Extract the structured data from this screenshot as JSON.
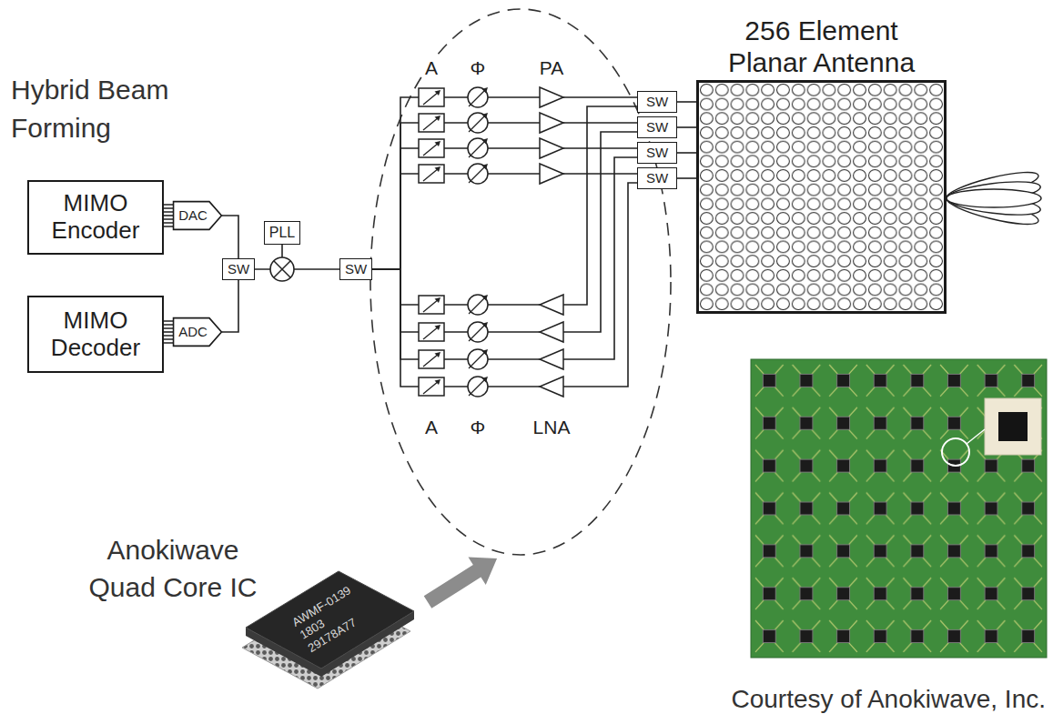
{
  "diagram": {
    "title": "Hybrid Beam Forming",
    "caption": "Courtesy of Anokiwave, Inc.",
    "nodes": [
      {
        "text": [
          "MIMO Encoder"
        ]
      },
      {
        "text": [
          "DAC"
        ]
      },
      {
        "text": [
          "MIMO Decoder"
        ]
      },
      {
        "text": [
          "ADC"
        ]
      },
      {
        "text": [
          "SW"
        ]
      },
      {
        "text": [
          "PLL"
        ]
      },
      {
        "text": [
          "SW"
        ]
      },
      {
        "text": [
          "SW"
        ]
      },
      {
        "text": [
          "SW"
        ]
      },
      {
        "text": [
          "SW"
        ]
      },
      {
        "text": [
          "SW"
        ]
      },
      {
        "text": [
          "256 Element Planar Antenna"
        ]
      }
    ],
    "edges": [
      {
        "from": 0,
        "to": 1,
        "arrow": "none"
      },
      {
        "from": 3,
        "to": 2,
        "arrow": "none"
      },
      {
        "from": 1,
        "to": 4,
        "arrow": "none"
      },
      {
        "from": 3,
        "to": 4,
        "arrow": "none"
      },
      {
        "from": 4,
        "to": 6,
        "arrow": "none"
      },
      {
        "from": 6,
        "to": 7,
        "arrow": "none"
      },
      {
        "from": 6,
        "to": 8,
        "arrow": "none"
      },
      {
        "from": 6,
        "to": 9,
        "arrow": "none"
      },
      {
        "from": 6,
        "to": 10,
        "arrow": "none"
      },
      {
        "from": 7,
        "to": 6,
        "arrow": "none"
      },
      {
        "from": 8,
        "to": 6,
        "arrow": "none"
      },
      {
        "from": 9,
        "to": 6,
        "arrow": "none"
      },
      {
        "from": 10,
        "to": 6,
        "arrow": "none"
      },
      {
        "from": 7,
        "to": 11,
        "arrow": "none"
      },
      {
        "from": 8,
        "to": 11,
        "arrow": "none"
      },
      {
        "from": 9,
        "to": 11,
        "arrow": "none"
      },
      {
        "from": 10,
        "to": 11,
        "arrow": "none"
      }
    ],
    "labels": [
      "A",
      "Φ",
      "PA",
      "A",
      "Φ",
      "LNA",
      "Anokiwave Quad Core IC",
      "AWMF-0139",
      "1803",
      "29178A77"
    ]
  }
}
